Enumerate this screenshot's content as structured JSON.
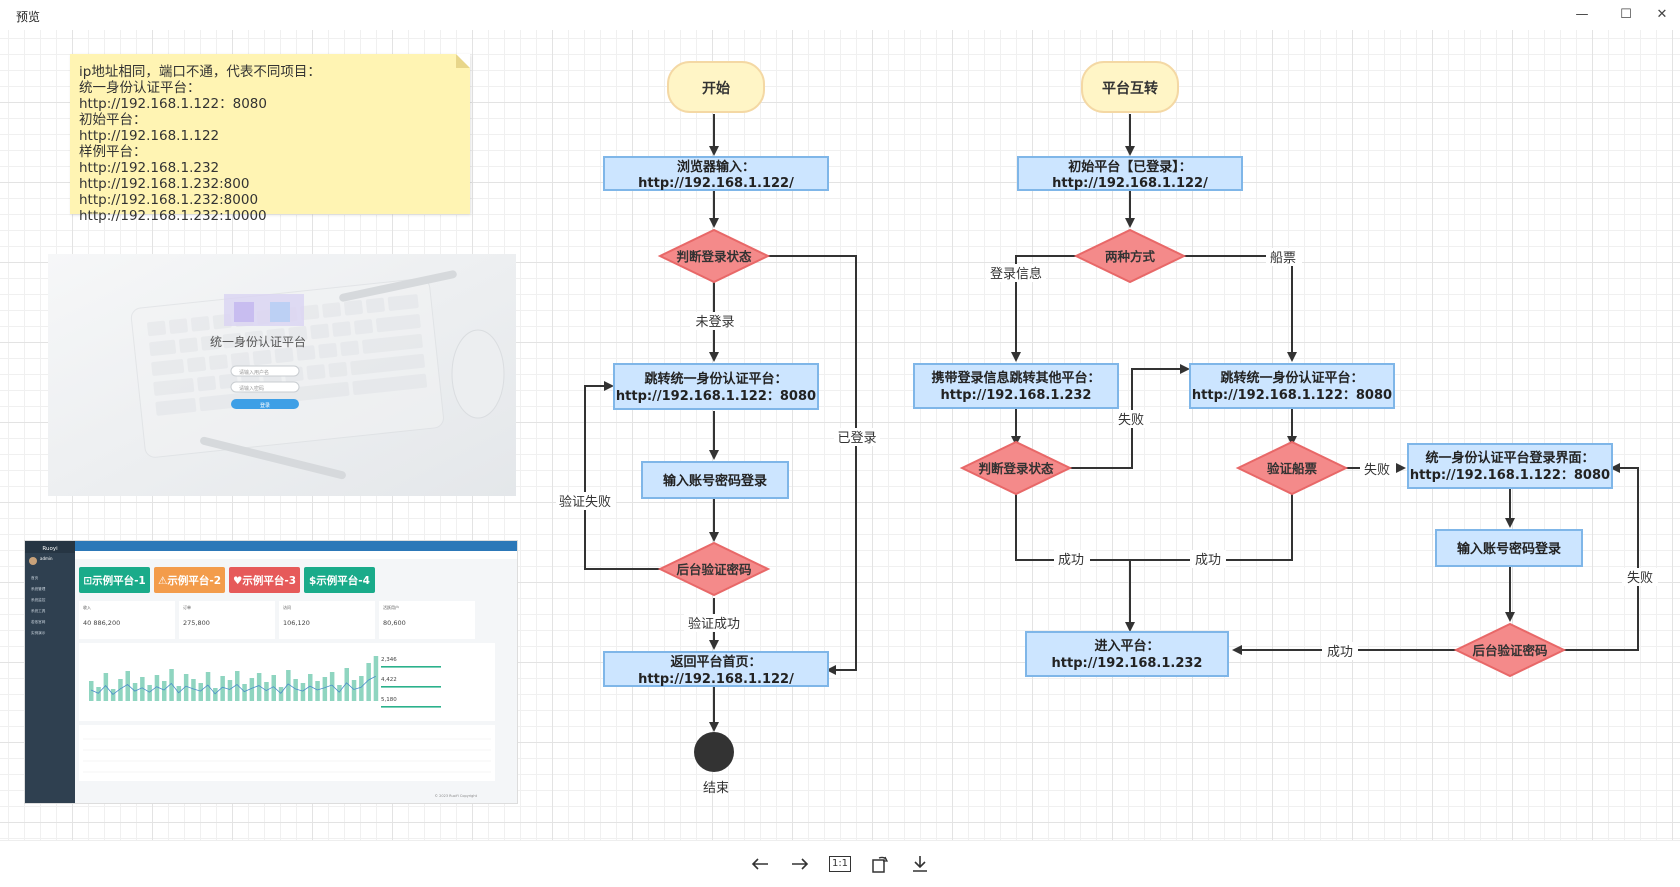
{
  "window": {
    "title": "预览",
    "minimize": "—",
    "maximize": "☐",
    "close": "✕"
  },
  "note": {
    "lines": [
      "ip地址相同，端口不通，代表不同项目：",
      "统一身份认证平台：",
      "http://192.168.1.122：8080",
      "初始平台：",
      "http://192.168.1.122",
      "样例平台：",
      "http://192.168.1.232",
      "http://192.168.1.232:800",
      "http://192.168.1.232:8000",
      "http://192.168.1.232:10000"
    ]
  },
  "login_shot": {
    "platform_title": "统一身份认证平台",
    "user_placeholder": "请输入用户名",
    "pass_placeholder": "请输入密码",
    "login_button": "登录"
  },
  "dashboard_shot": {
    "brand": "Ruoyi",
    "user": "admin",
    "cards": [
      "示例平台-1",
      "示例平台-2",
      "示例平台-3",
      "示例平台-4"
    ],
    "card_icons": [
      "⊡",
      "⚠",
      "♥",
      "$"
    ],
    "card_colors": [
      "#1aab8a",
      "#f39c4b",
      "#e65a5a",
      "#1aab8a"
    ],
    "stats": [
      "40 886,200",
      "275,800",
      "106,120",
      "80,600"
    ],
    "stat_labels": [
      "收入",
      "订单",
      "访问",
      "活跃用户"
    ],
    "right_stats": [
      "2,346",
      "4,422",
      "5,180"
    ],
    "sidebar": [
      "首页",
      "系统管理",
      "系统监控",
      "系统工具",
      "若依官网",
      "实例演示"
    ],
    "footer": "© 2023 RuoYi Copyright"
  },
  "flow_left": {
    "start": "开始",
    "browser_in_1": "浏览器输入：",
    "browser_in_2": "http://192.168.1.122/",
    "judge": "判断登录状态",
    "not_logged": "未登录",
    "logged": "已登录",
    "jump_1": "跳转统一身份认证平台：",
    "jump_2": "http://192.168.1.122：8080",
    "input_login": "输入账号密码登录",
    "verify_fail": "验证失败",
    "backend_verify": "后台验证密码",
    "verify_ok": "验证成功",
    "return_1": "返回平台首页：",
    "return_2": "http://192.168.1.122/",
    "end": "结束"
  },
  "flow_right": {
    "start": "平台互转",
    "init_1": "初始平台【已登录】：",
    "init_2": "http://192.168.1.122/",
    "two_ways": "两种方式",
    "login_info": "登录信息",
    "ticket": "船票",
    "carry_1": "携带登录信息跳转其他平台：",
    "carry_2": "http://192.168.1.232",
    "jump_1": "跳转统一身份认证平台：",
    "jump_2": "http://192.168.1.122：8080",
    "judge": "判断登录状态",
    "fail1": "失败",
    "verify_ticket": "验证船票",
    "fail2": "失败",
    "uni_login_1": "统一身份认证平台登录界面：",
    "uni_login_2": "http://192.168.1.122：8080",
    "input_login": "输入账号密码登录",
    "fail3": "失败",
    "success1": "成功",
    "success2": "成功",
    "enter_1": "进入平台：",
    "enter_2": "http://192.168.1.232",
    "success3": "成功",
    "backend_verify": "后台验证密码"
  },
  "toolbar": {
    "prev": "prev-icon",
    "next": "next-icon",
    "actual_size": "1:1",
    "rotate": "rotate-icon",
    "download": "download-icon"
  },
  "colors": {
    "terminal": "#fff5c6",
    "terminal_border": "#f4d8a4",
    "process": "#cce5ff",
    "process_border": "#7fb6e8",
    "decision": "#f48a8a",
    "decision_border": "#e86868",
    "line": "#333333"
  }
}
